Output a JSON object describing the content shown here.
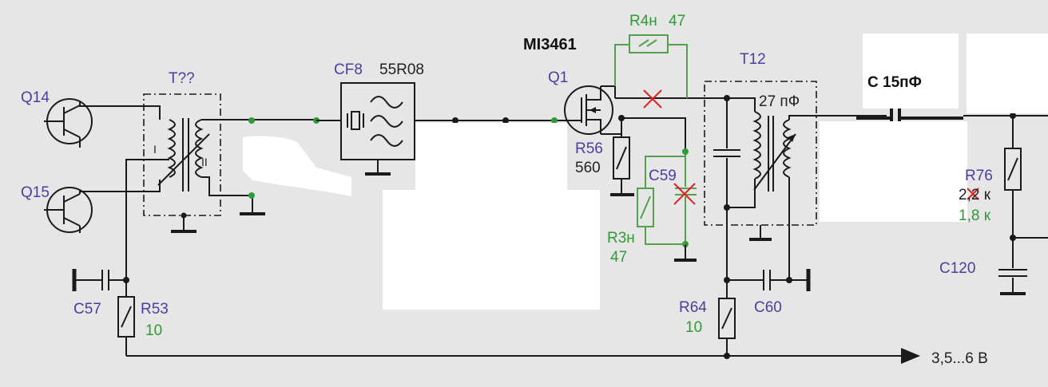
{
  "labels": {
    "q14": "Q14",
    "q15": "Q15",
    "t_unknown": "T??",
    "winding_1": "I",
    "winding_2": "II",
    "cf8": "CF8",
    "cf8_value": "55R08",
    "mosfet_model": "MI3461",
    "q1": "Q1",
    "r4": "R4н",
    "r4_value": "47",
    "t12": "T12",
    "t12_cap": "27 пФ",
    "c_added": "C 15пФ",
    "r56": "R56",
    "r56_value": "560",
    "c59": "C59",
    "r3": "R3н",
    "r3_value": "47",
    "r76": "R76",
    "r76_old": "2,2 к",
    "r76_new": "1,8 к",
    "c120": "C120",
    "c57": "C57",
    "r53": "R53",
    "r53_value": "10",
    "r64": "R64",
    "r64_value": "10",
    "c60": "C60",
    "supply": "3,5...6 В"
  },
  "colors": {
    "reference_label": "#4a3f9f",
    "value_label": "#2f9a36",
    "wire": "#1a1a1a",
    "modification_wire": "#55a050",
    "removed_mark": "#e02020",
    "background": "#e6e6e6"
  }
}
